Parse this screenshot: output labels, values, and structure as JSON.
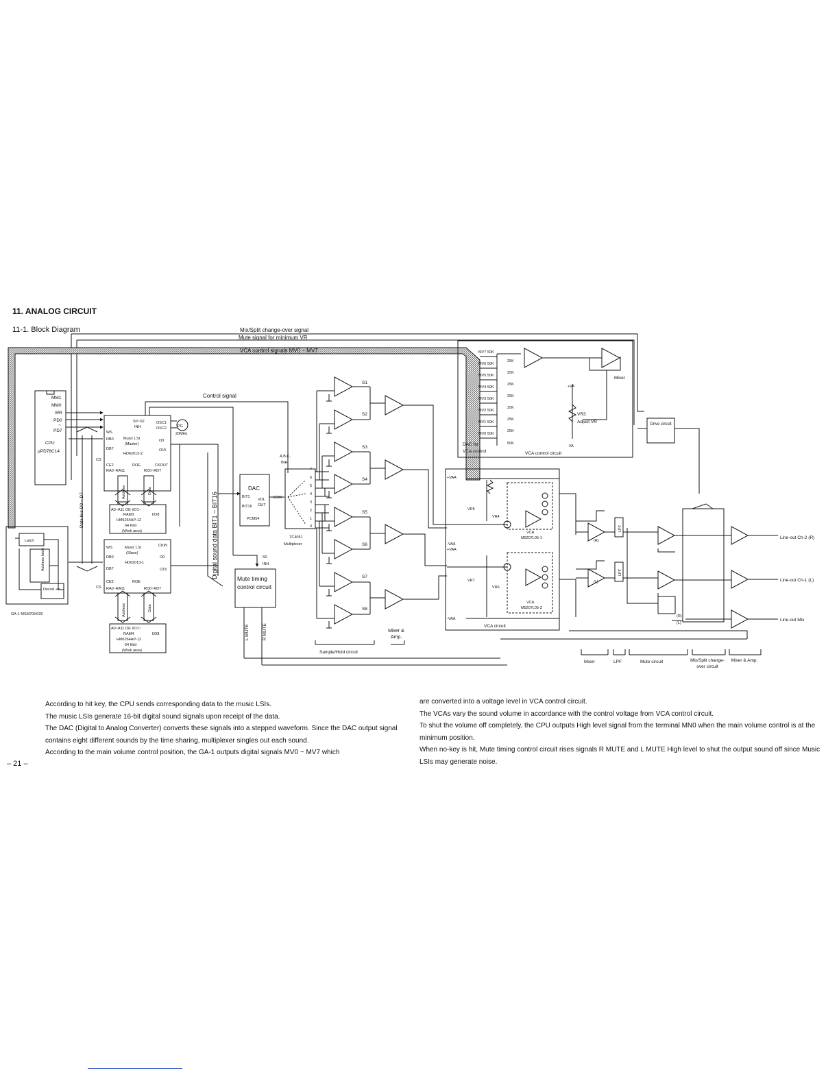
{
  "section_title": "11.  ANALOG CIRCUIT",
  "subsection_title": "11-1.  Block Diagram",
  "page_number": "– 21 –",
  "diagram": {
    "top_signals": {
      "mix_split": "Mix/Split change-over signal",
      "mute_min_vr": "Mute signal for minimum VR",
      "vca_control_signals": "VCA control signals MV0 ~ MV7"
    },
    "cpu": {
      "pins": [
        "MM1",
        "MM0",
        "WR",
        "PD0",
        "PD7"
      ],
      "pin_sep": "~",
      "label": "CPU",
      "part": "µPD78C14"
    },
    "ga1": {
      "latch": "Latch",
      "address_latch": "Address latch",
      "decoder": "Decod -er",
      "label": "GA-1  MSM70H026"
    },
    "data_bus": "Data bus D0 ~ D7",
    "control_signal": "Control signal",
    "music_lsi_master": {
      "s0s2": "S0~S2",
      "inh": "INH",
      "osc1": "OSC1",
      "osc2": "OSC2",
      "ws": "WS",
      "db0": "DB0",
      "db7": "DB7",
      "title": "Music LSI",
      "role": "(Master)",
      "part": "HD62013-2",
      "o0": "O0",
      "o15": "O15",
      "cs": "CS",
      "ce2": "CE2",
      "roe": "ROE",
      "ckout": "CKOUT",
      "ra": "RA0~RA11",
      "rd": "RD0~RD7",
      "pg": "PG",
      "freq": "20MHz"
    },
    "ram3": {
      "pins": "A0~A11 OE  I/O1~",
      "name": "RAM3",
      "io8": "I/O8",
      "part": "HM6264AP-12",
      "size": "64 Kbit",
      "note": "(Work area)"
    },
    "music_lsi_slave": {
      "ws": "WS",
      "title": "Music LSI",
      "role": "(Slave)",
      "ckin": "CKIN",
      "db0": "DB0",
      "db7": "DB7",
      "part": "HD62013-1",
      "o0": "O0",
      "o15": "O15",
      "cs": "CS",
      "ce2": "CE2",
      "roe": "ROE",
      "ra": "RA0~RA11",
      "rd": "RD0~RD7"
    },
    "ram4": {
      "pins": "A0~A11 OE  I/O1~",
      "name": "RAM4",
      "io8": "I/O8",
      "part": "HM6264AP-12",
      "size": "64 Kbit",
      "note": "(Work area)"
    },
    "bus_labels": {
      "address": "Address",
      "data": "Data"
    },
    "digital_sound_data": "Digital sound data BIT1 ~ BIT16",
    "dac": {
      "title": "DAC",
      "bit1": "BIT1",
      "bit16": "BIT16",
      "vol": "VOL",
      "out": "OUT",
      "part": "PCM54"
    },
    "mux": {
      "abc": "A,B,C,",
      "inh": "INH",
      "com": "COM",
      "channels": [
        "7",
        "6",
        "5",
        "4",
        "3",
        "2",
        "1",
        "0"
      ],
      "part": "TC4051",
      "name": "Multiplexer"
    },
    "mute_timing": {
      "s0": "S0",
      "inh": "INH",
      "text": "Mute timing control circuit",
      "l_mute": "L MUTE",
      "r_mute": "R MUTE"
    },
    "sample_holds": [
      "S1",
      "S2",
      "S3",
      "S4",
      "S5",
      "S6",
      "S7",
      "S8"
    ],
    "sample_hold_label": "Sample/Hold circuit",
    "mixer_amp_label": "Mixer & Amp.",
    "dac_vca": {
      "resistors": [
        "MV7 50K",
        "MV6 50K",
        "MV5 50K",
        "MV4 50K",
        "MV3 50K",
        "MV2 50K",
        "MV1 50K",
        "MV0 50K"
      ],
      "r25": "25K",
      "r50": "50K",
      "dac_for": "DAC for",
      "vca_control": "VCA control",
      "circuit": "VCA control circuit",
      "mixer": "Mixer",
      "plus_va": "+VA",
      "minus_va": "-VA",
      "vr3": "VR3",
      "adjust": "Adjust VR"
    },
    "drive": "Drive circuit",
    "vca": {
      "plus_vaa": "+VAA",
      "minus_vaa": "-VAA",
      "vr5": "VR5",
      "vr4": "VR4",
      "vr7": "VR7",
      "vr6": "VR6",
      "label": "VCA",
      "part1": "M5207L05-1",
      "part2": "M5207L05-2",
      "circuit": "VCA circuit",
      "r": "(R)",
      "l": "(L)"
    },
    "lpf": "LPF",
    "outputs": {
      "ch2": "Line-out Ch-2 (R)",
      "ch1": "Line-out Ch-1 (L)",
      "mix": "Line-out Mix"
    },
    "bottom_labels": {
      "mixer": "Mixer",
      "lpf": "LPF",
      "mute_circuit": "Mute circuit",
      "mix_split": "Mix/Split change-over circuit",
      "mixer_amp": "Mixer & Amp."
    }
  },
  "paragraphs_left": [
    "According to hit key, the CPU sends corresponding data to the music LSIs.",
    "The music LSIs generate 16-bit digital sound signals upon receipt of the data.",
    "The DAC (Digital to Analog Converter) converts these signals into a stepped waveform.  Since the DAC output signal contains eight different sounds by the time sharing, multiplexer singles out each sound.",
    "According to the main volume control position, the GA-1 outputs digital signals MV0 ~ MV7 which"
  ],
  "paragraphs_right": [
    "are converted into a voltage level in VCA control circuit.",
    "The VCAs vary the sound volume in accordance with the control voltage from VCA control circuit.",
    "To shut the volume off completely, the CPU outputs High level signal from the terminal MN0 when the main volume control is at the minimum position.",
    "When no-key is hit, Mute timing control circuit rises signals R MUTE  and L MUTE High level to shut the output sound off since Music LSIs may generate noise."
  ]
}
